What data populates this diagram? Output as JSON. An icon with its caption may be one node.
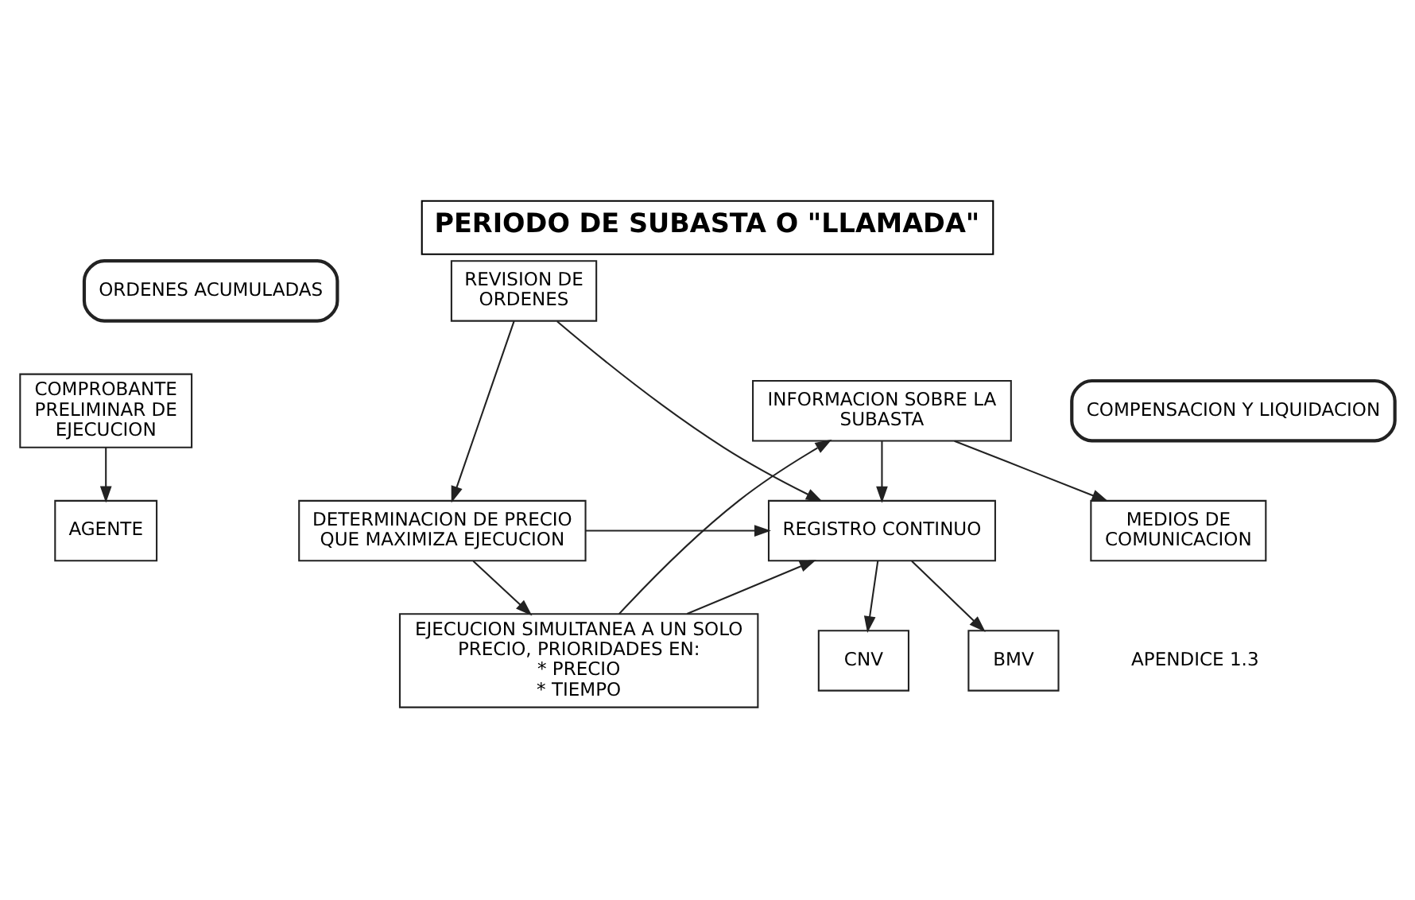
{
  "diagram": {
    "title": "PERIODO DE SUBASTA O \"LLAMADA\"",
    "caption": "APENDICE 1.3",
    "nodes": [
      {
        "text": [
          "ORDENES ACUMULADAS"
        ]
      },
      {
        "text": [
          "REVISION DE ORDENES"
        ]
      },
      {
        "text": [
          "DETERMINACION DE PRECIO QUE MAXIMIZA EJECUCION"
        ]
      },
      {
        "text": [
          "EJECUCION SIMULTANEA A UN SOLO PRECIO, PRIORIDADES EN:",
          "* PRECIO",
          "* TIEMPO"
        ]
      },
      {
        "text": [
          "REGISTRO CONTINUO"
        ]
      },
      {
        "text": [
          "CNV"
        ]
      },
      {
        "text": [
          "BMV"
        ]
      },
      {
        "text": [
          "COMPROBANTE PRELIMINAR DE EJECUCION"
        ]
      },
      {
        "text": [
          "AGENTE"
        ]
      },
      {
        "text": [
          "INFORMACION SOBRE LA SUBASTA"
        ]
      },
      {
        "text": [
          "COMPENSACION Y LIQUIDACION"
        ]
      },
      {
        "text": [
          "MEDIOS DE COMUNICACION"
        ]
      }
    ],
    "edges": [
      {
        "from": 1,
        "to": 2,
        "arrow": "to"
      },
      {
        "from": 2,
        "to": 3,
        "arrow": "to"
      },
      {
        "from": 3,
        "to": 9,
        "arrow": "to"
      },
      {
        "from": 9,
        "to": 11,
        "arrow": "to"
      },
      {
        "from": 1,
        "to": 4,
        "arrow": "to"
      },
      {
        "from": 2,
        "to": 4,
        "arrow": "to"
      },
      {
        "from": 3,
        "to": 4,
        "arrow": "to"
      },
      {
        "from": 9,
        "to": 4,
        "arrow": "to"
      },
      {
        "from": 4,
        "to": 5,
        "arrow": "to"
      },
      {
        "from": 4,
        "to": 6,
        "arrow": "to"
      },
      {
        "from": 7,
        "to": 8,
        "arrow": "to"
      }
    ]
  }
}
